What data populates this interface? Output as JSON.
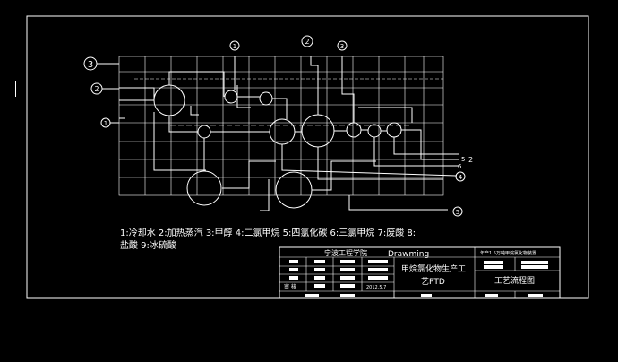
{
  "diagram": {
    "stream_callouts_left": [
      "3",
      "2",
      "1"
    ],
    "stream_callouts_top": [
      "1",
      "2",
      "3"
    ],
    "stream_callouts_right": [
      "2",
      "5",
      "6",
      "4",
      "5"
    ],
    "legend_line1": "1:冷却水 2:加热蒸汽 3:甲醇 4:二氯甲烷 5:四氯化碳 6:三氯甲烷 7:废酸 8:",
    "legend_line2": "盐酸 9:冰硫酸"
  },
  "title_block": {
    "school": "宁波工程学院",
    "brand": "Drawming",
    "project_title_line1": "甲烷氯化物生产工",
    "project_title_line2": "艺PTD",
    "drawing_name": "工艺流程图",
    "top_right_note": "年产1.5万吨甲烷氯化物装置",
    "review_label": "审 核",
    "date": "2012.5.7"
  }
}
